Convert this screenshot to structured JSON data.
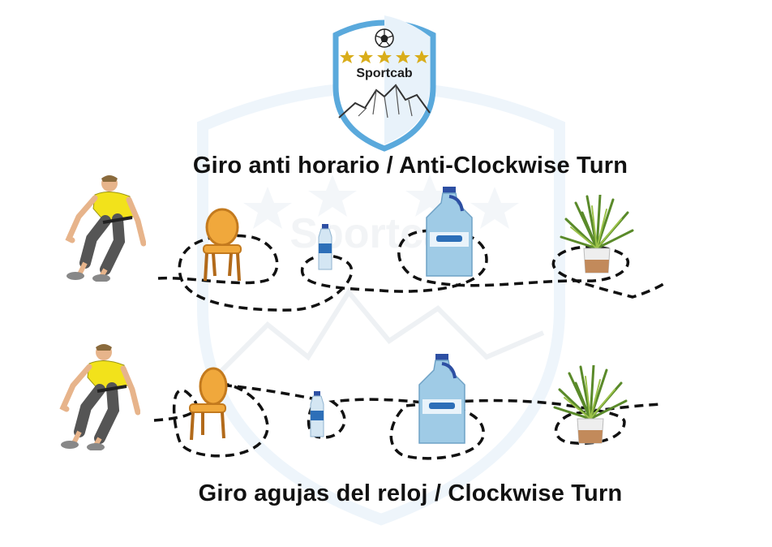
{
  "logo": {
    "text": "Sportcab",
    "stars": 5
  },
  "drills": [
    {
      "title": "Giro anti horario / Anti-Clockwise Turn"
    },
    {
      "title": "Giro agujas del reloj / Clockwise Turn"
    }
  ],
  "colors": {
    "shield_blue": "#5aa9dc",
    "star_gold": "#d9ad1a",
    "jersey_yellow": "#f2e21b",
    "chair_orange": "#f0a83c",
    "water_blue": "#9fcbe6",
    "pot_copper": "#c28a5b",
    "path": "#111111"
  },
  "icons": [
    "soccer-ball-icon",
    "star-icon",
    "mountain-icon",
    "runner-icon",
    "chair-icon",
    "water-bottle-icon",
    "water-jug-icon",
    "plant-pot-icon"
  ]
}
